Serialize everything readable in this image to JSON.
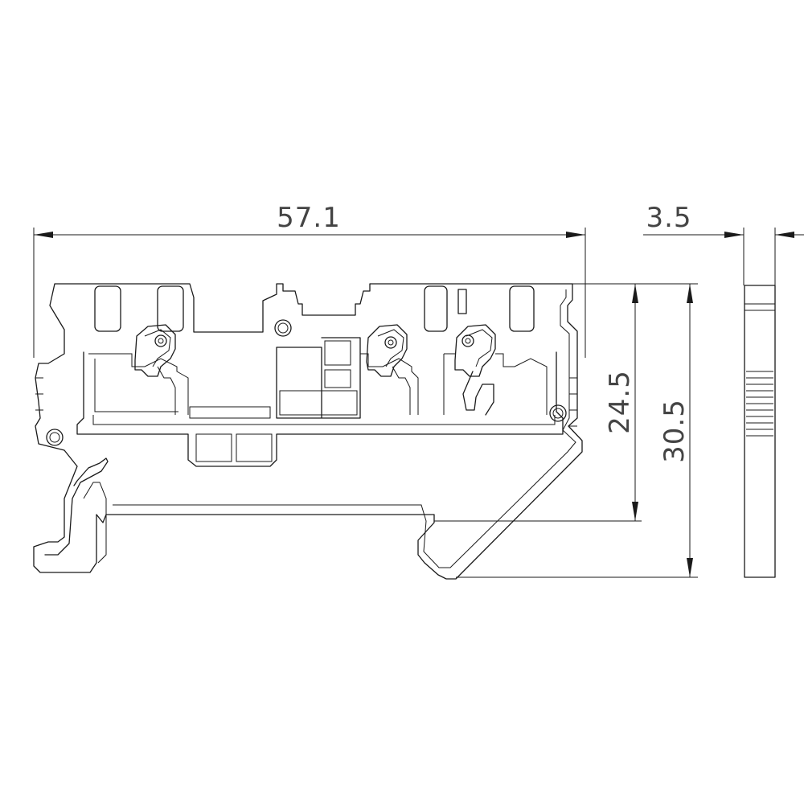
{
  "dimensions": {
    "overall_length": "57.1",
    "side_thickness": "3.5",
    "body_height": "24.5",
    "overall_height": "30.5"
  },
  "colors": {
    "line": "#1a1a1a",
    "dimension_text": "#444444",
    "background": "#ffffff"
  }
}
